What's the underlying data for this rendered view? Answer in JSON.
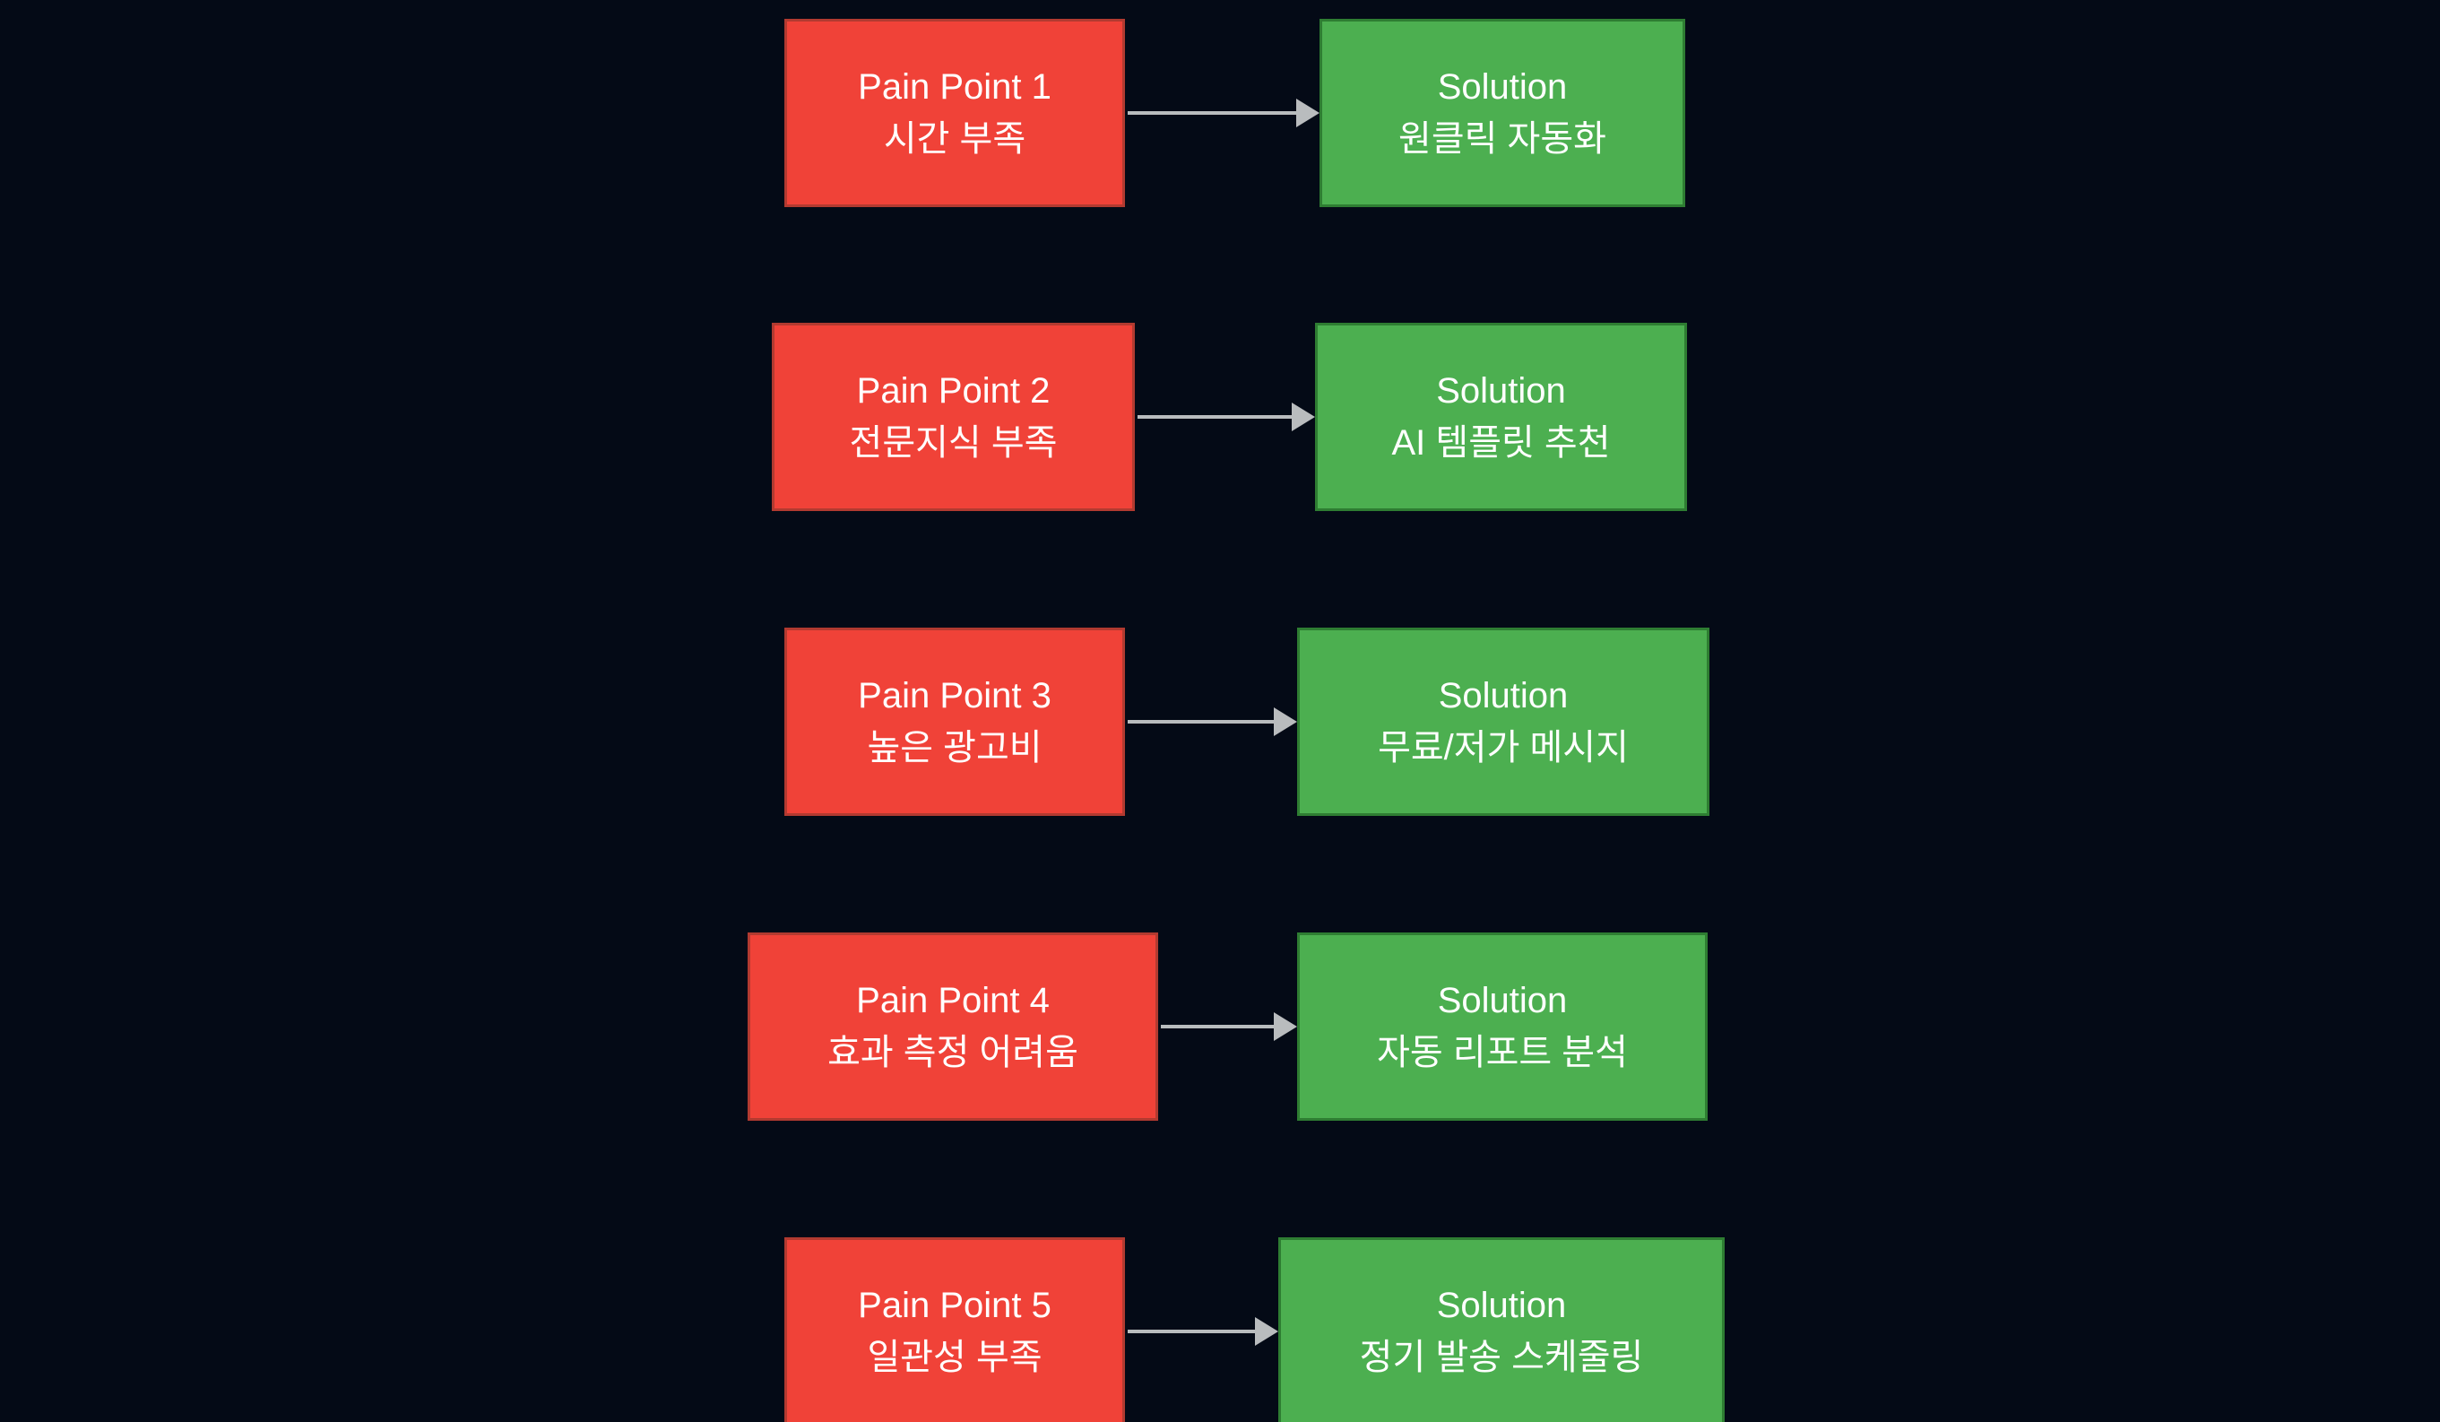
{
  "colors": {
    "background": "#040a16",
    "pain_fill": "#f04238",
    "pain_border": "#b23a30",
    "solution_fill": "#4caf50",
    "solution_border": "#2e7d32",
    "arrow": "#b9bcbe",
    "text": "#ffffff"
  },
  "rows": [
    {
      "pain": {
        "title": "Pain Point 1",
        "label": "시간 부족"
      },
      "solution": {
        "title": "Solution",
        "label": "원클릭 자동화"
      }
    },
    {
      "pain": {
        "title": "Pain Point 2",
        "label": "전문지식 부족"
      },
      "solution": {
        "title": "Solution",
        "label": "AI 템플릿 추천"
      }
    },
    {
      "pain": {
        "title": "Pain Point 3",
        "label": "높은 광고비"
      },
      "solution": {
        "title": "Solution",
        "label": "무료/저가 메시지"
      }
    },
    {
      "pain": {
        "title": "Pain Point 4",
        "label": "효과 측정 어려움"
      },
      "solution": {
        "title": "Solution",
        "label": "자동 리포트 분석"
      }
    },
    {
      "pain": {
        "title": "Pain Point 5",
        "label": "일관성 부족"
      },
      "solution": {
        "title": "Solution",
        "label": "정기 발송 스케줄링"
      }
    }
  ]
}
